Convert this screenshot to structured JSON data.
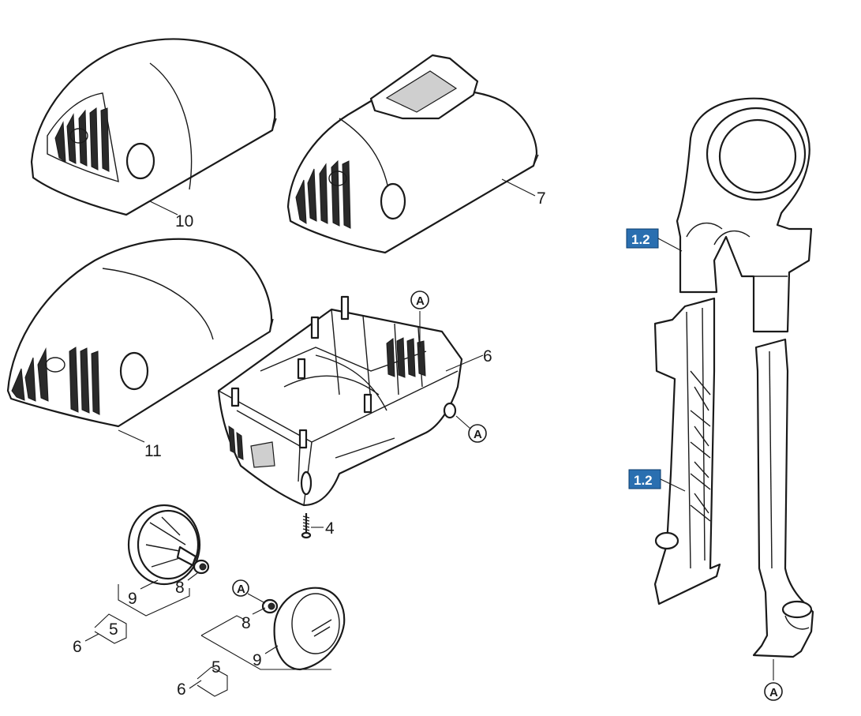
{
  "callouts": {
    "c10": "10",
    "c7": "7",
    "c11": "11",
    "c6_base": "6",
    "c4": "4",
    "c9_a": "9",
    "c8_a": "8",
    "c5_a": "5",
    "c6_a": "6",
    "c8_b": "8",
    "c9_b": "9",
    "c5_b": "5",
    "c6_b": "6"
  },
  "reference_badges": {
    "upper": "1.2",
    "lower": "1.2"
  },
  "connection_markers": {
    "base_top": "A",
    "base_right": "A",
    "wheel": "A",
    "handle_bottom": "A"
  },
  "colors": {
    "badge": "#2a6fb0",
    "line": "#1a1a1a",
    "background": "#ffffff"
  }
}
